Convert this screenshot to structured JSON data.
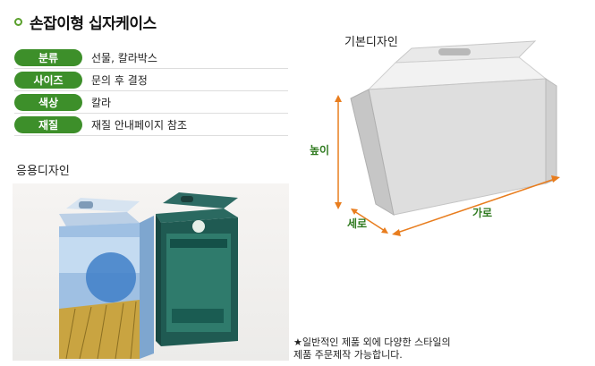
{
  "title": "손잡이형 십자케이스",
  "spec": [
    {
      "label": "분류",
      "value": "선물, 칼라박스"
    },
    {
      "label": "사이즈",
      "value": "문의 후 결정"
    },
    {
      "label": "색상",
      "value": "칼라"
    },
    {
      "label": "재질",
      "value": "재질 안내페이지 참조"
    }
  ],
  "application_design": "응용디자인",
  "basic_design": "기본디자인",
  "dimensions": {
    "height": "높이",
    "depth": "세로",
    "width": "가로"
  },
  "note_line1": "★일반적인 제품 외에 다양한 스타일의",
  "note_line2": "제품 주문제작 가능합니다.",
  "colors": {
    "accent_green": "#3d8f2a",
    "dimension_arrow": "#e87d1e"
  }
}
